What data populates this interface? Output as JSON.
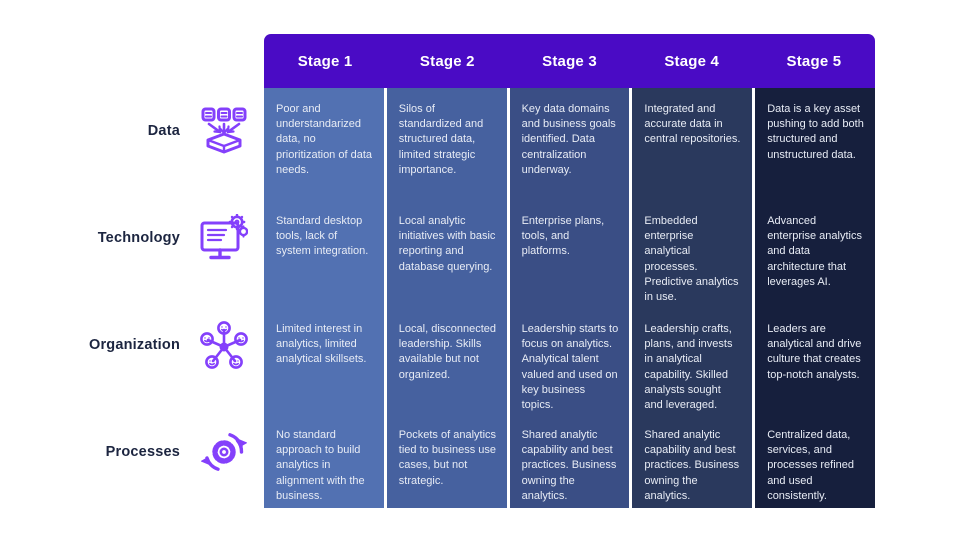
{
  "table": {
    "stages": [
      "Stage 1",
      "Stage 2",
      "Stage 3",
      "Stage 4",
      "Stage 5"
    ],
    "rows": [
      {
        "label": "Data",
        "icon": "data-collection-icon",
        "cells": [
          "Poor and understandarized data, no prioritization of data needs.",
          "Silos of standardized and structured data, limited strategic importance.",
          "Key data domains and business goals identified. Data centralization underway.",
          "Integrated and accurate data in central repositories.",
          "Data is a key asset pushing to add both structured and unstructured data."
        ]
      },
      {
        "label": "Technology",
        "icon": "monitor-gears-icon",
        "cells": [
          "Standard desktop tools, lack of system integration.",
          "Local analytic initiatives with basic reporting and database querying.",
          "Enterprise plans, tools, and platforms.",
          "Embedded enterprise analytical processes. Predictive analytics in use.",
          "Advanced enterprise analytics and data architecture that leverages AI."
        ]
      },
      {
        "label": "Organization",
        "icon": "people-network-icon",
        "cells": [
          "Limited interest in analytics, limited analytical skillsets.",
          "Local, disconnected leadership. Skills available but not organized.",
          "Leadership starts to focus on analytics. Analytical talent valued and used on key business topics.",
          "Leadership crafts, plans, and invests in analytical capability. Skilled analysts sought and leveraged.",
          "Leaders are analytical and drive culture that creates top-notch analysts."
        ]
      },
      {
        "label": "Processes",
        "icon": "gear-cycle-icon",
        "cells": [
          "No standard approach to build analytics in alignment with the business.",
          "Pockets of analytics tied to business use cases, but not strategic.",
          "Shared analytic capability and best practices. Business owning the analytics.",
          "Shared analytic capability and best practices. Business owning the analytics.",
          "Centralized data, services, and processes refined and used consistently."
        ]
      }
    ]
  },
  "colors": {
    "header_bg": "#4A0BC5",
    "column_bgs": [
      "#5271B2",
      "#46619F",
      "#3A4E85",
      "#2A395D",
      "#161F3D"
    ],
    "accent_icon": "#8440FB",
    "label_text": "#1C2540",
    "cell_text": "#E8ECF5",
    "header_text": "#FFFFFF",
    "page_bg": "#FFFFFF"
  }
}
